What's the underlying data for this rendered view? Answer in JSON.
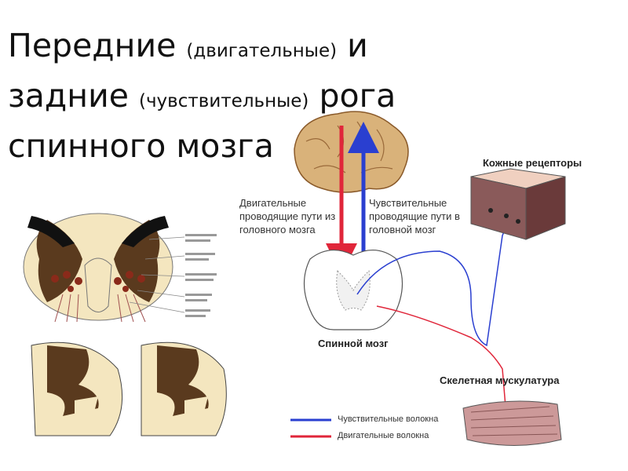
{
  "title": {
    "line1_main": "Передние",
    "line1_paren": "(двигательные)",
    "line1_tail": "и",
    "line2_main": "задние",
    "line2_paren": "(чувствительные)",
    "line2_tail": "рога",
    "line3": "спинного мозга"
  },
  "diagram": {
    "motor_paths": "Двигательные проводящие пути из головного мозга",
    "sensory_paths": "Чувствительные проводящие пути в головной мозг",
    "skin_receptors": "Кожные рецепторы",
    "spinal_cord": "Спинной мозг",
    "skeletal_muscle": "Скелетная мускулатура",
    "legend": {
      "sensory": "Чувствительные волокна",
      "motor": "Двигательные волокна",
      "sensory_color": "#2a3fd0",
      "motor_color": "#e0263a"
    }
  }
}
